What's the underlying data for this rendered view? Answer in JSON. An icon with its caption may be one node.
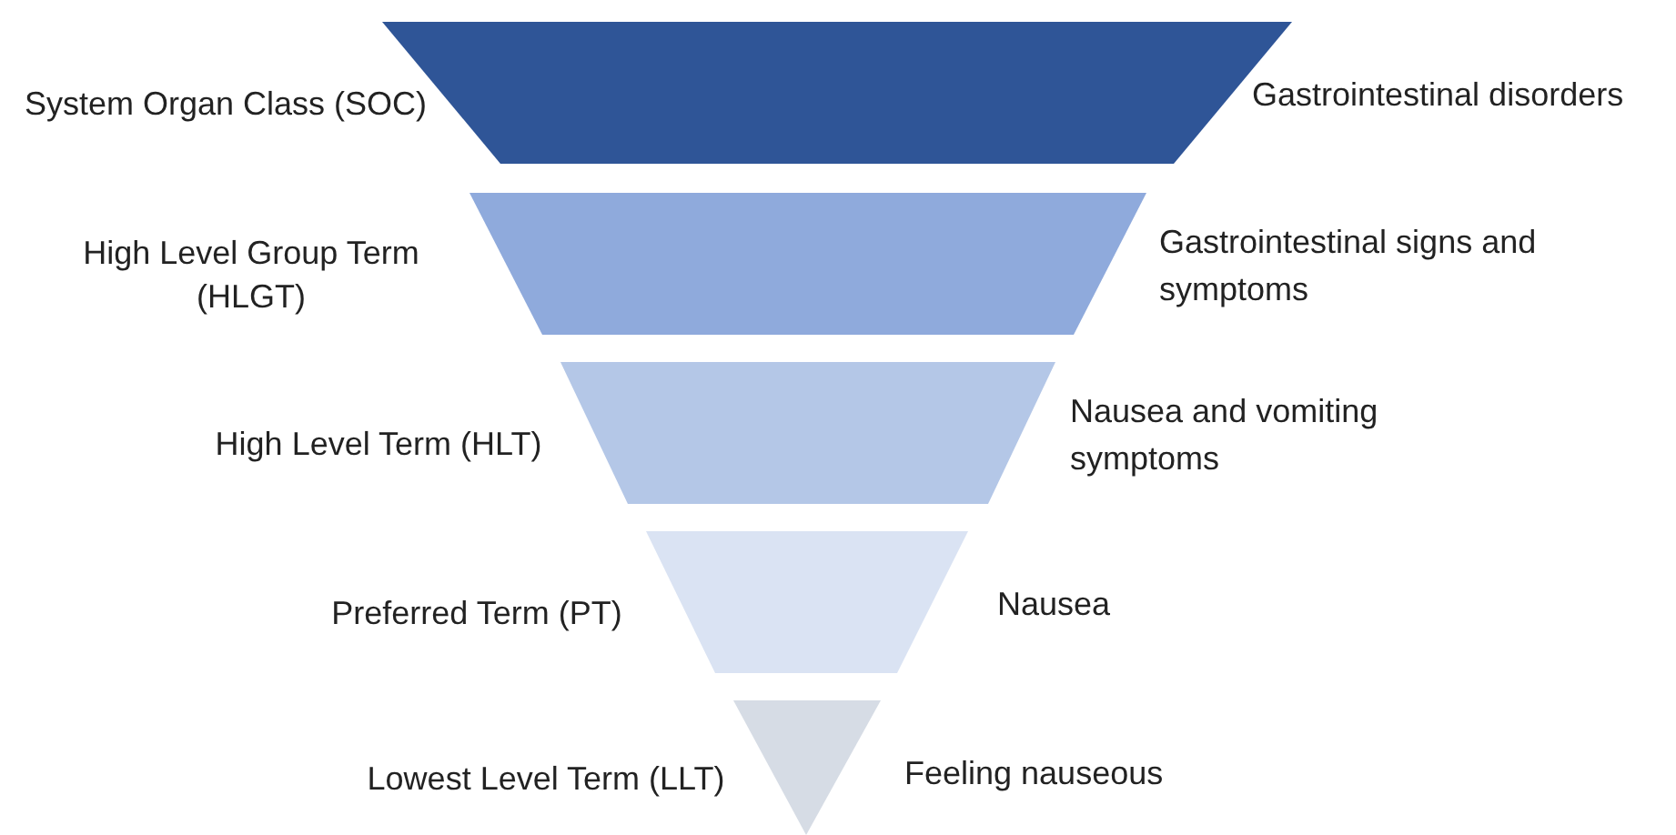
{
  "diagram": {
    "nodes": [
      {
        "text": [],
        "shape": "trapezoid",
        "beside": [
          "System Organ Class (SOC)",
          "Gastrointestinal disorders"
        ]
      },
      {
        "text": [],
        "shape": "trapezoid",
        "beside": [
          "High Level Group Term (HLGT)",
          "Gastrointestinal signs and symptoms"
        ]
      },
      {
        "text": [],
        "shape": "trapezoid",
        "beside": [
          "High Level Term (HLT)",
          "Nausea and vomiting symptoms"
        ]
      },
      {
        "text": [],
        "shape": "trapezoid",
        "beside": [
          "Preferred Term (PT)",
          "Nausea"
        ]
      },
      {
        "text": [],
        "shape": "triangle",
        "beside": [
          "Lowest Level Term (LLT)",
          "Feeling nauseous"
        ]
      }
    ]
  }
}
